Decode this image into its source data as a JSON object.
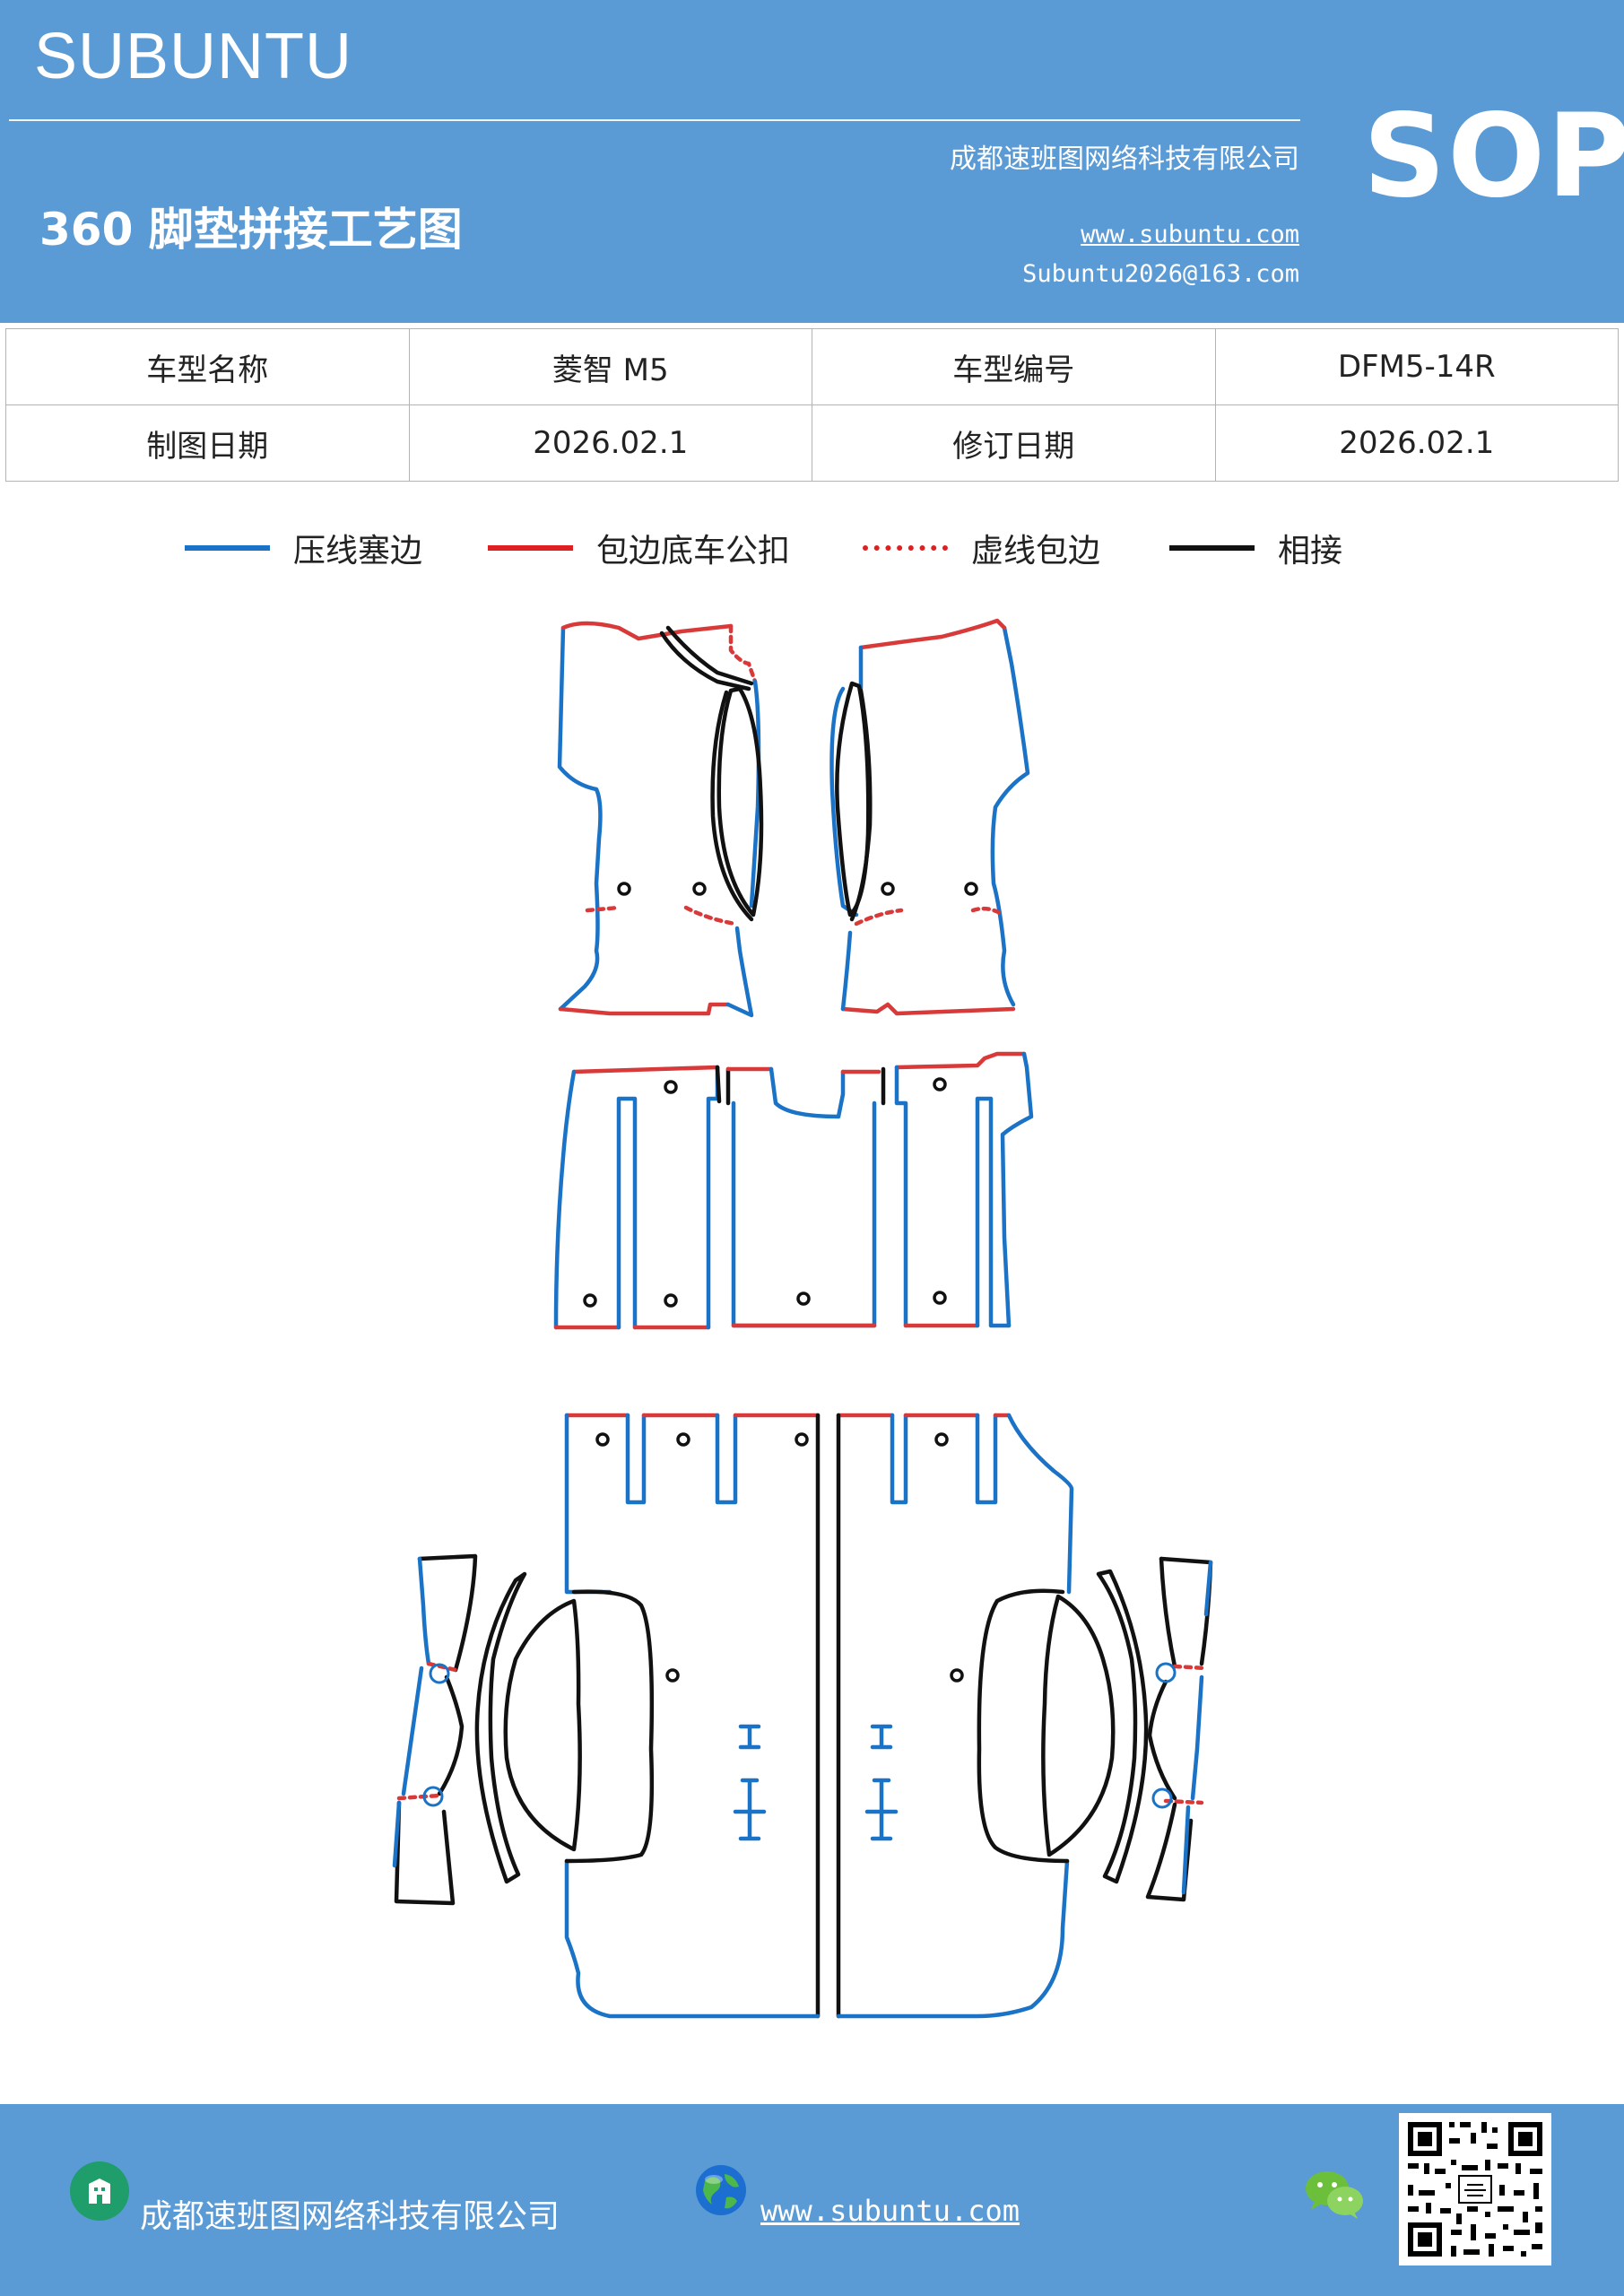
{
  "header": {
    "brand": "SUBUNTU",
    "company": "成都速班图网络科技有限公司",
    "title": "360 脚垫拼接工艺图",
    "website": "www.subuntu.com",
    "email": "Subuntu2026@163.com",
    "sop": "SOP"
  },
  "info": {
    "model_name_label": "车型名称",
    "model_name_value": "菱智 M5",
    "model_code_label": "车型编号",
    "model_code_value": "DFM5-14R",
    "draw_date_label": "制图日期",
    "draw_date_value": "2026.02.1",
    "revise_date_label": "修订日期",
    "revise_date_value": "2026.02.1"
  },
  "legend": [
    {
      "label": "压线塞边",
      "color": "#1a73c6",
      "style": "solid"
    },
    {
      "label": "包边底车公扣",
      "color": "#e02020",
      "style": "solid"
    },
    {
      "label": "虚线包边",
      "color": "#e02020",
      "style": "dotted"
    },
    {
      "label": "相接",
      "color": "#111111",
      "style": "solid"
    }
  ],
  "colors": {
    "blue_edge": "#1a73c6",
    "red_edge": "#d83a3a",
    "black_join": "#111111",
    "header_bg": "#5b9bd5"
  },
  "footer": {
    "company": "成都速班图网络科技有限公司",
    "website": "www.subuntu.com",
    "icons": [
      "building-icon",
      "globe-icon",
      "wechat-icon",
      "qr-code"
    ]
  }
}
